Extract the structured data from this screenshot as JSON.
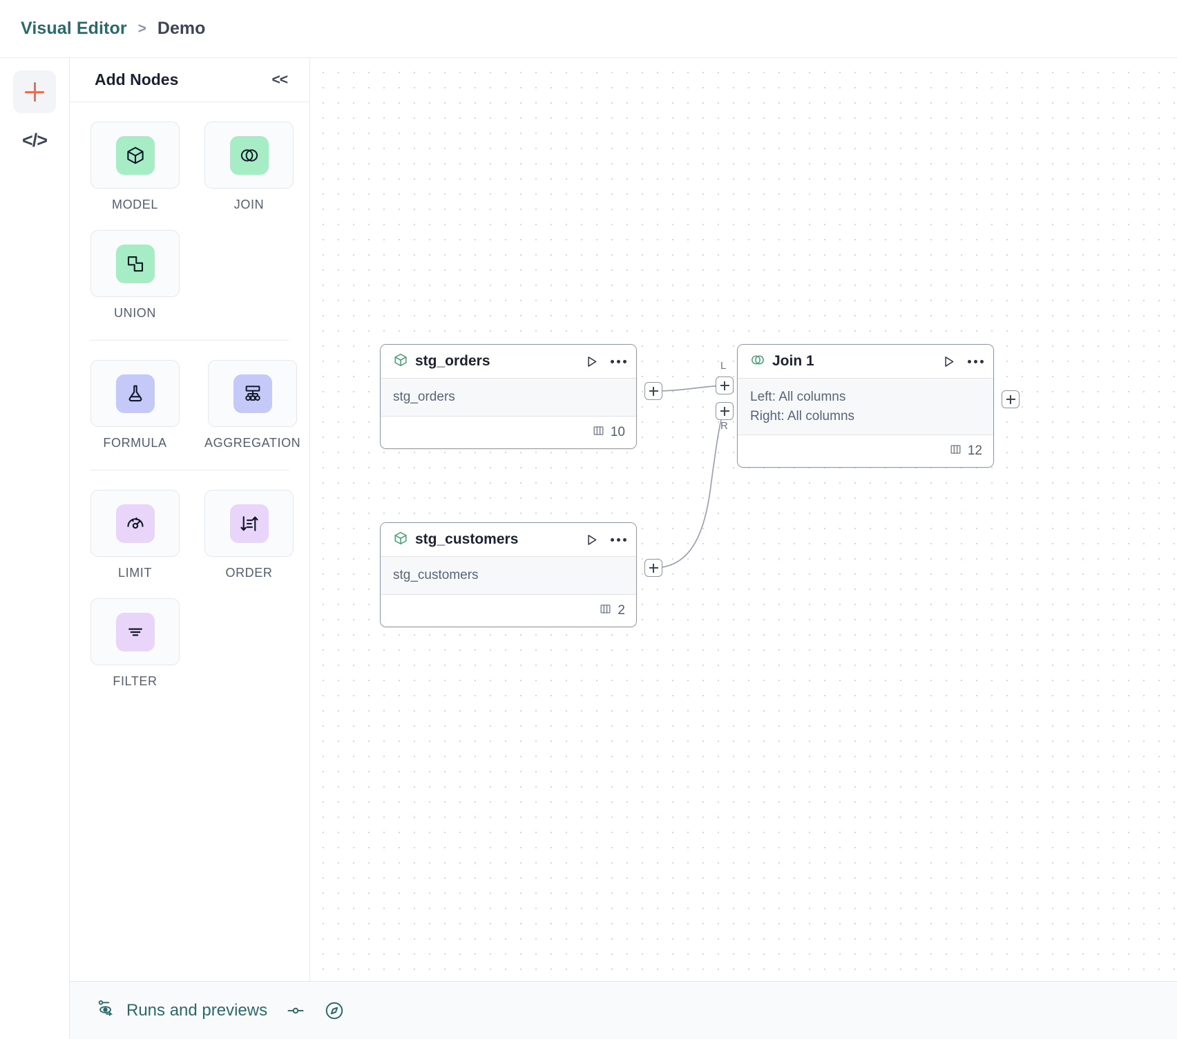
{
  "header": {
    "breadcrumb_root": "Visual Editor",
    "breadcrumb_sep": ">",
    "breadcrumb_leaf": "Demo"
  },
  "rail": {
    "items": [
      {
        "name": "add-node-rail-button",
        "icon": "plus-icon",
        "color": "#ef6d4e"
      },
      {
        "name": "code-view-rail-button",
        "icon": "code-icon",
        "label": "</>"
      }
    ]
  },
  "panel": {
    "title": "Add Nodes",
    "collapse_label": "<<",
    "groups": [
      {
        "items": [
          {
            "label": "MODEL",
            "icon": "cube-icon",
            "tone": "green"
          },
          {
            "label": "JOIN",
            "icon": "venn-circles-icon",
            "tone": "green"
          },
          {
            "label": "UNION",
            "icon": "union-shape-icon",
            "tone": "green"
          }
        ]
      },
      {
        "items": [
          {
            "label": "FORMULA",
            "icon": "flask-icon",
            "tone": "indigo"
          },
          {
            "label": "AGGREGATION",
            "icon": "hierarchy-icon",
            "tone": "indigo"
          }
        ]
      },
      {
        "items": [
          {
            "label": "LIMIT",
            "icon": "gauge-icon",
            "tone": "violet"
          },
          {
            "label": "ORDER",
            "icon": "sort-arrows-icon",
            "tone": "violet"
          },
          {
            "label": "FILTER",
            "icon": "filter-lines-icon",
            "tone": "violet"
          }
        ]
      }
    ]
  },
  "canvas": {
    "nodes": [
      {
        "id": "stg_orders",
        "type": "model",
        "icon": "cube-icon",
        "title": "stg_orders",
        "body_lines": [
          "stg_orders"
        ],
        "column_count": "10",
        "run_icon": "play-icon",
        "menu_icon": "ellipsis-icon",
        "columns_icon": "columns-icon"
      },
      {
        "id": "stg_customers",
        "type": "model",
        "icon": "cube-icon",
        "title": "stg_customers",
        "body_lines": [
          "stg_customers"
        ],
        "column_count": "2",
        "run_icon": "play-icon",
        "menu_icon": "ellipsis-icon",
        "columns_icon": "columns-icon"
      },
      {
        "id": "join_1",
        "type": "join",
        "icon": "venn-circles-icon",
        "title": "Join 1",
        "body_lines": [
          "Left: All columns",
          "Right: All columns"
        ],
        "column_count": "12",
        "run_icon": "play-icon",
        "menu_icon": "ellipsis-icon",
        "columns_icon": "columns-icon",
        "input_tags": [
          "L",
          "R"
        ]
      }
    ],
    "handle_label": "+"
  },
  "bottombar": {
    "runs_label": "Runs and previews",
    "runs_icon": "flow-run-icon",
    "minimap_toggle_icon": "slider-toggle-icon",
    "compass_icon": "compass-icon",
    "accent": "#2b6a6c"
  }
}
